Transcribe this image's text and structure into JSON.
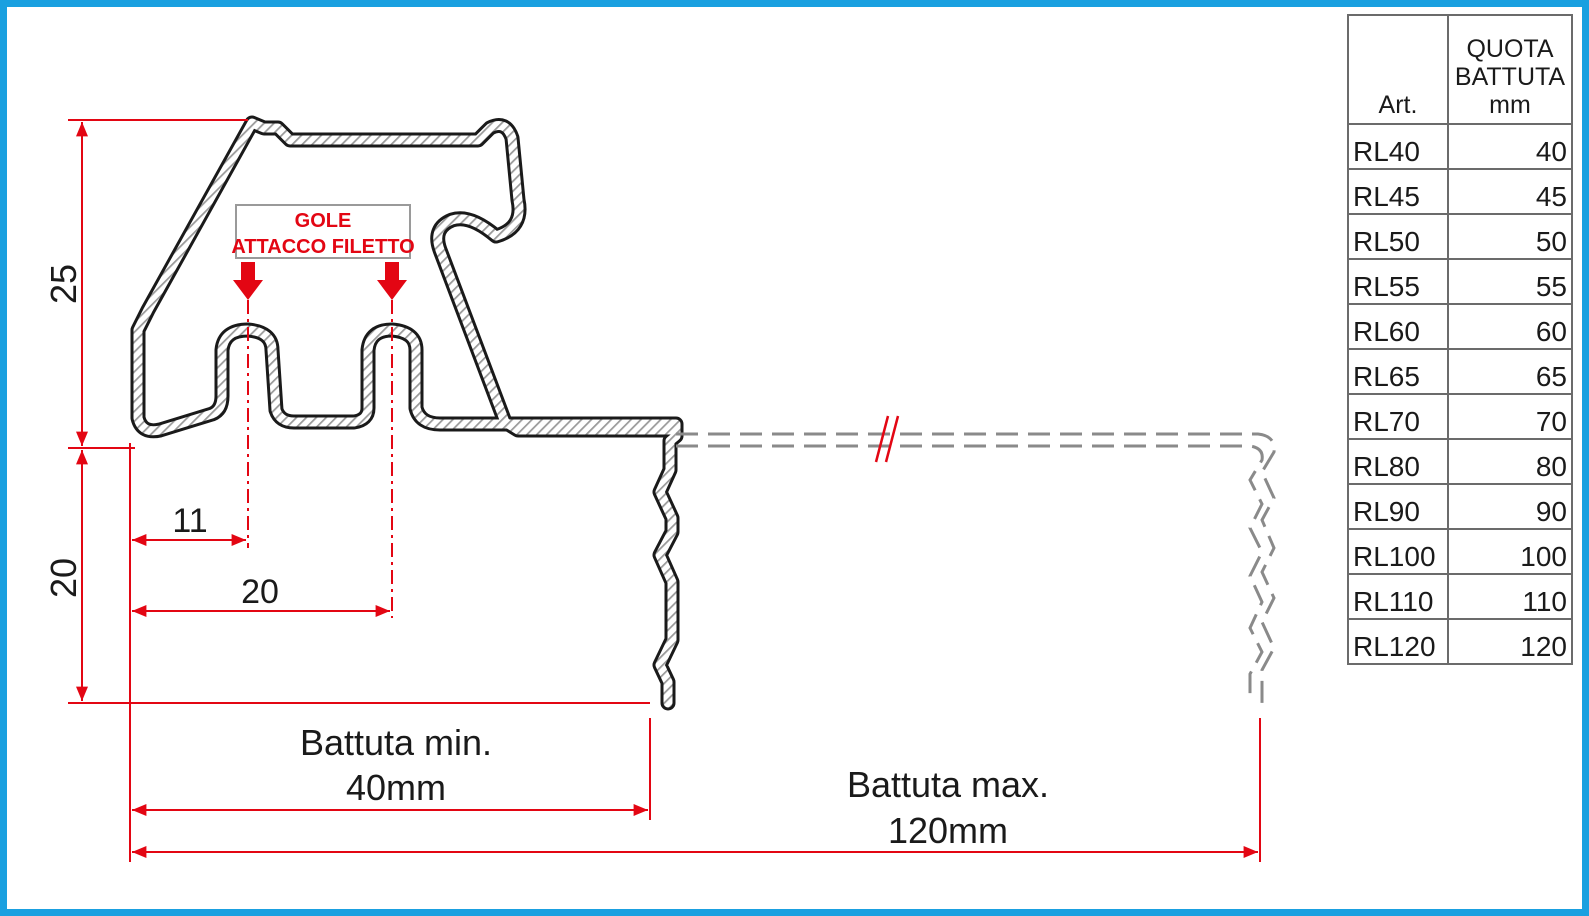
{
  "colors": {
    "frame": "#1aa0e0",
    "dimension_lines": "#e30613",
    "profile_outline": "#1a1a1a",
    "profile_hatch": "#9a9a9a",
    "dashed_extension": "#8a8a8a"
  },
  "labels": {
    "gole_line1": "GOLE",
    "gole_line2": "ATTACCO FILETTO",
    "break_mark": "//"
  },
  "dimensions": {
    "height_top": "25",
    "height_bottom": "20",
    "width_groove_1": "11",
    "width_groove_2": "20",
    "battuta_min_line1": "Battuta min.",
    "battuta_min_line2": "40mm",
    "battuta_max_line1": "Battuta max.",
    "battuta_max_line2": "120mm"
  },
  "table": {
    "header_art": "Art.",
    "header_quota_line1": "QUOTA",
    "header_quota_line2": "BATTUTA",
    "header_quota_line3": "mm",
    "rows": [
      {
        "art": "RL40",
        "quota": "40"
      },
      {
        "art": "RL45",
        "quota": "45"
      },
      {
        "art": "RL50",
        "quota": "50"
      },
      {
        "art": "RL55",
        "quota": "55"
      },
      {
        "art": "RL60",
        "quota": "60"
      },
      {
        "art": "RL65",
        "quota": "65"
      },
      {
        "art": "RL70",
        "quota": "70"
      },
      {
        "art": "RL80",
        "quota": "80"
      },
      {
        "art": "RL90",
        "quota": "90"
      },
      {
        "art": "RL100",
        "quota": "100"
      },
      {
        "art": "RL110",
        "quota": "110"
      },
      {
        "art": "RL120",
        "quota": "120"
      }
    ]
  }
}
